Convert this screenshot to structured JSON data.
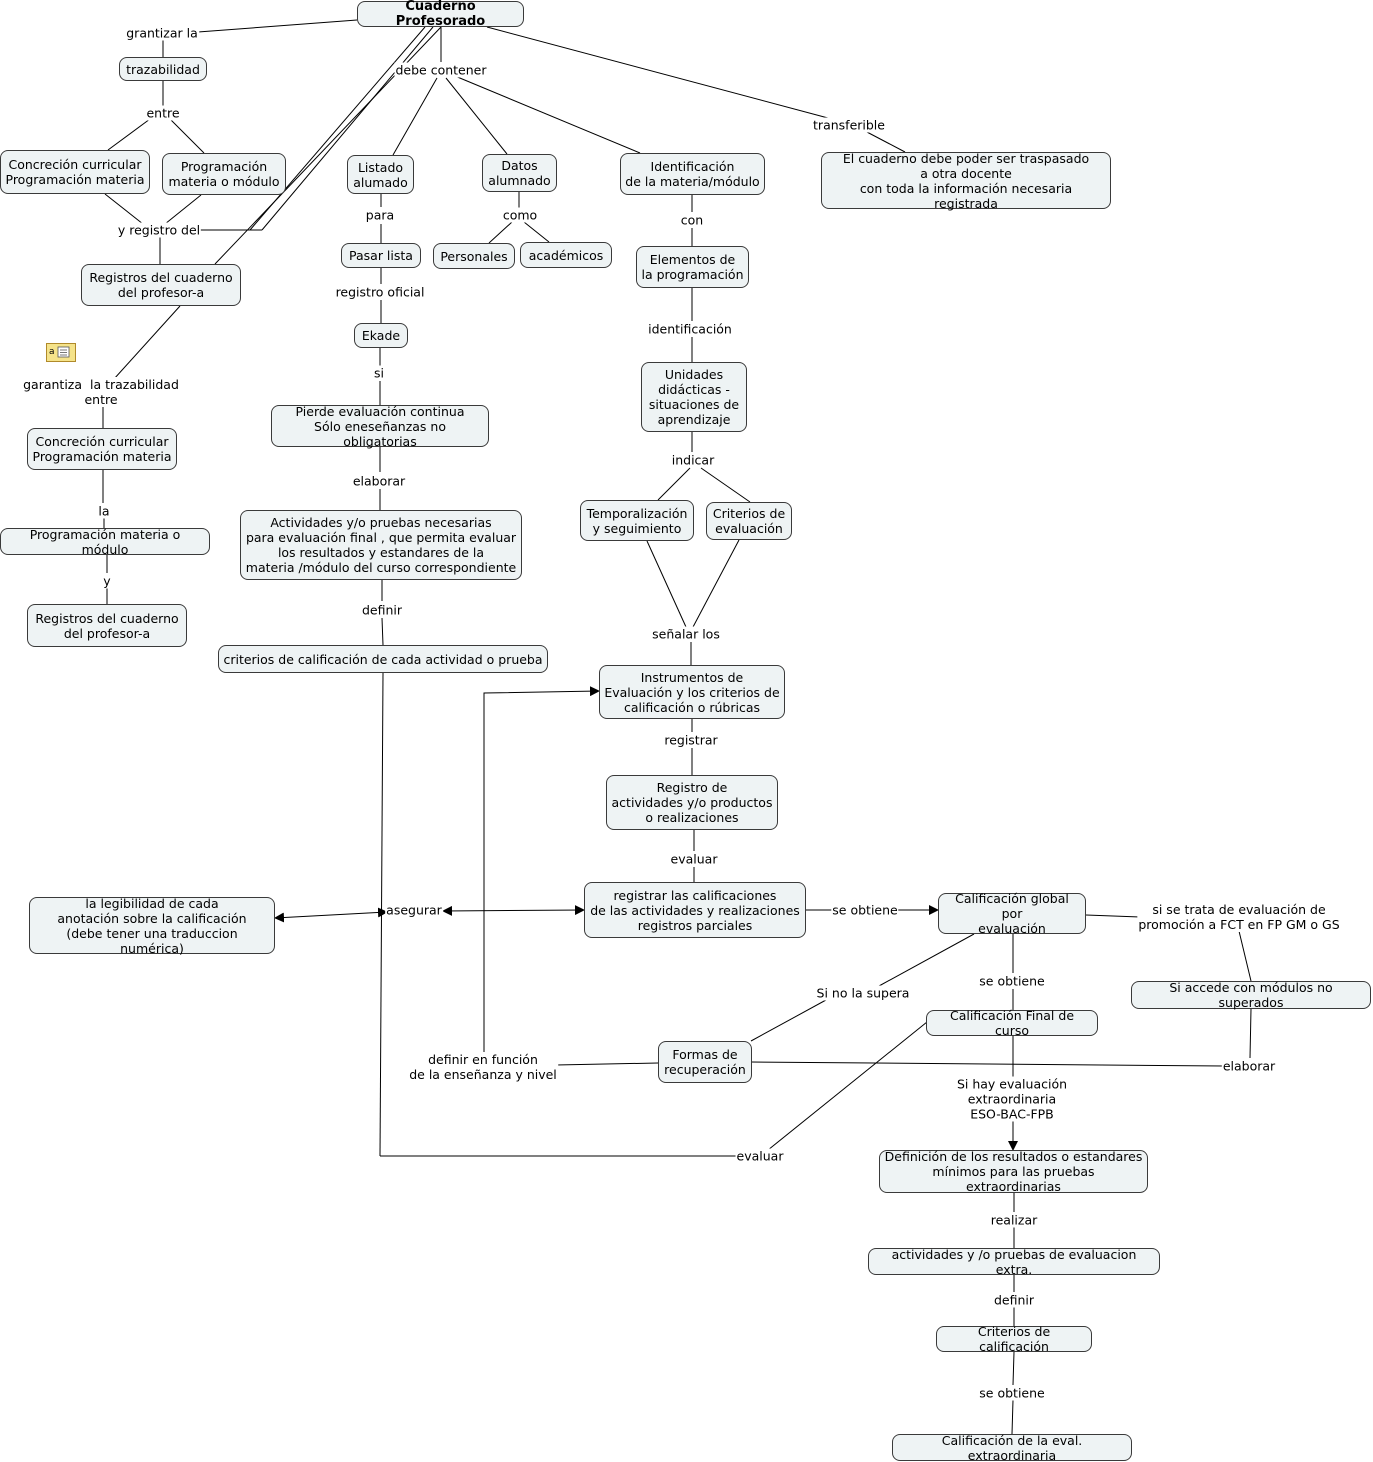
{
  "nodes": {
    "cuaderno": "Cuaderno Profesorado",
    "trazabilidad": "trazabilidad",
    "concrecion1": "Concreción curricular\nProgramación materia",
    "programacion1": "Programación\nmateria o módulo",
    "registros1": "Registros del cuaderno\ndel profesor-a",
    "listado": "Listado\nalumado",
    "datos": "Datos\nalumnado",
    "identificacion": "Identificación\nde la materia/módulo",
    "transferible_node": "El cuaderno debe poder ser traspasado\na otra docente\ncon toda la información necesaria registrada",
    "pasar_lista": "Pasar lista",
    "personales": "Personales",
    "academicos": "académicos",
    "elementos": "Elementos de\nla programación",
    "ekade": "Ekade",
    "unidades": "Unidades\ndidácticas -\nsituaciones de\naprendizaje",
    "pierde": "Pierde evaluación continua\nSólo eneseñanzas no obligatorias",
    "temporalizacion": "Temporalización\ny seguimiento",
    "criterios_eval": "Criterios de\nevaluación",
    "concrecion2": "Concreción curricular\nProgramación materia",
    "programacion2": "Programación materia o módulo",
    "registros2": "Registros del cuaderno\ndel profesor-a",
    "actividades": "Actividades y/o pruebas necesarias\npara evaluación final , que permita evaluar\nlos resultados y estandares de la\nmateria /módulo del curso correspondiente",
    "criterios_calif": "criterios de calificación de cada actividad o prueba",
    "instrumentos": "Instrumentos de\nEvaluación y los criterios de\ncalificación  o rúbricas",
    "registro_act": "Registro de\nactividades y/o productos\no realizaciones",
    "legibilidad": "la legibilidad de cada\nanotación sobre la calificación\n(debe tener una traduccion numérica)",
    "registrar_calif": "registrar las calificaciones\nde  las actividades y realizaciones\nregistros parciales",
    "calif_global": "Calificación global por\nevaluación",
    "si_accede": "Si accede con módulos no superados",
    "calif_final": "Calificación Final de curso",
    "formas": "Formas de\nrecuperación",
    "definicion": "Definición de los resultados o estandares\nmínimos para las pruebas extraordinarias",
    "act_extra": "actividades y /o pruebas de evaluacion extra.",
    "criterios_calif2": "Criterios de calificación",
    "calif_extra": "Calificación de la eval. extraordinaria"
  },
  "labels": {
    "grantizar": "grantizar la",
    "entre1": "entre",
    "y_registro": "y registro del",
    "debe_contener": "debe contener",
    "transferible": "transferible",
    "para": "para",
    "como": "como",
    "con": "con",
    "registro_oficial": "registro oficial",
    "identificacion_l": "identificación",
    "si": "si",
    "garantiza": "garantiza  la trazabilidad\nentre",
    "indicar": "indicar",
    "elaborar1": "elaborar",
    "la": "la",
    "y": "y",
    "definir1": "definir",
    "senalar": "señalar los",
    "registrar": "registrar",
    "evaluar1": "evaluar",
    "asegurar": "asegurar",
    "se_obtiene1": "se obtiene",
    "si_se_trata": "si se trata de evaluación de\npromoción a FCT en FP GM o GS",
    "se_obtiene2": "se obtiene",
    "si_no_supera": "Si no la supera",
    "definir_funcion": "definir en función\nde la enseñanza y nivel",
    "elaborar2": "elaborar",
    "si_hay": "Si hay evaluación\nextraordinaria\nESO-BAC-FPB",
    "evaluar2": "evaluar",
    "realizar": "realizar",
    "definir2": "definir",
    "se_obtiene3": "se obtiene"
  },
  "icons": {
    "note": "annotation-note-icon"
  },
  "colors": {
    "node_fill": "#eef3f4",
    "node_border": "#3a3a3a",
    "line": "#000000"
  }
}
